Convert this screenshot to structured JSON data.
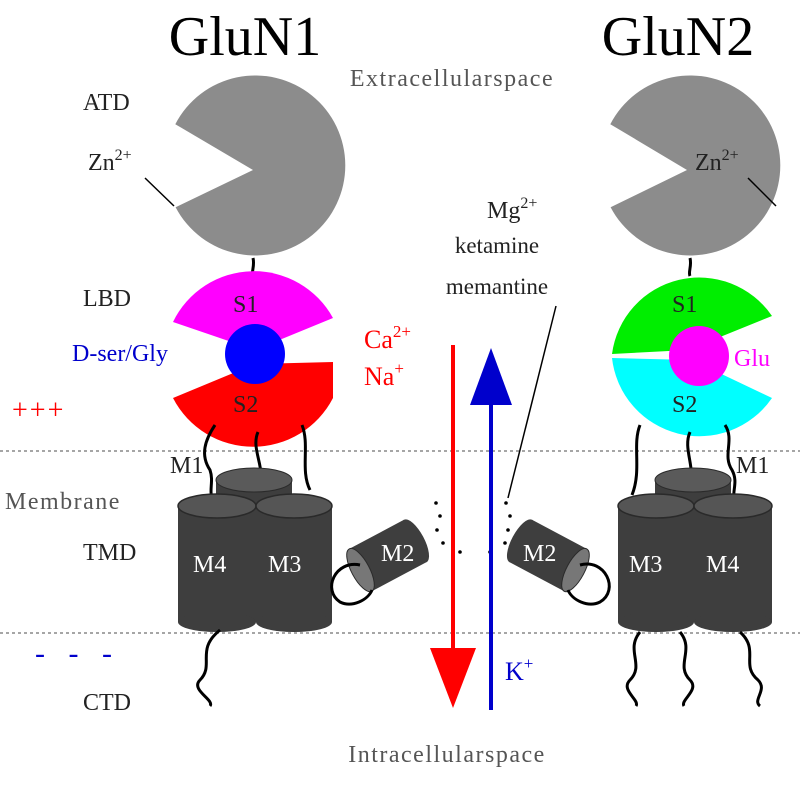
{
  "titles": {
    "left": "GluN1",
    "right": "GluN2"
  },
  "regions": {
    "extracellular": "Extracellularspace",
    "intracellular": "Intracellularspace",
    "membrane": "Membrane"
  },
  "domains": {
    "atd": "ATD",
    "lbd": "LBD",
    "tmd": "TMD",
    "ctd": "CTD"
  },
  "ions": {
    "zn_base": "Zn",
    "zn_charge": "2+",
    "mg_base": "Mg",
    "mg_charge": "2+",
    "ca_base": "Ca",
    "ca_charge": "2+",
    "na_base": "Na",
    "na_charge": "+",
    "k_base": "K",
    "k_charge": "+"
  },
  "blockers": {
    "ketamine": "ketamine",
    "memantine": "memantine"
  },
  "subunits": {
    "s1": "S1",
    "s2": "S2",
    "m1": "M1",
    "m2": "M2",
    "m3": "M3",
    "m4": "M4"
  },
  "ligands": {
    "dser_gly": "D-ser/Gly",
    "glu": "Glu"
  },
  "charges": {
    "positive": "+++",
    "negative": "- - -"
  },
  "colors": {
    "atd_grey": "#8c8c8c",
    "glun1_s1": "#ff00ff",
    "glun1_s2": "#ff0000",
    "dser_gly": "#0000ff",
    "glun2_s1": "#00ee00",
    "glun2_s2": "#00ffff",
    "glu": "#ff00ff",
    "ca_arrow": "#ff0000",
    "k_arrow": "#0000ff",
    "tmd_cylinder": "#3e3e3e"
  }
}
